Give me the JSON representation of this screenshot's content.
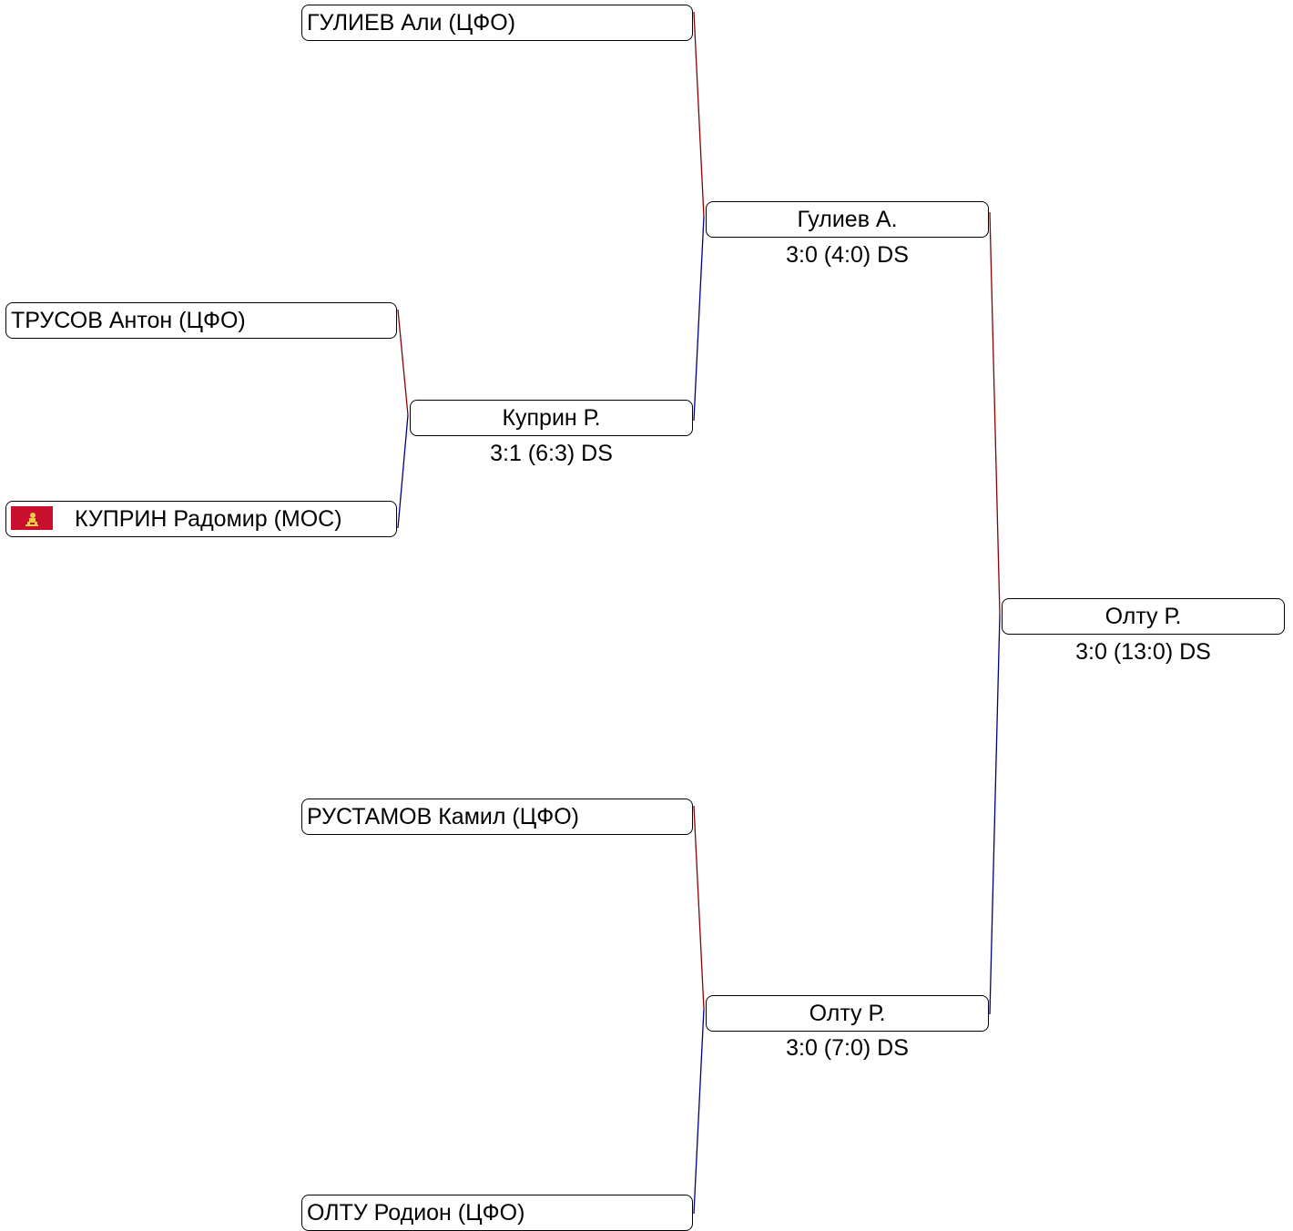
{
  "colors": {
    "line_winner": "#8b0000",
    "line_loser": "#000080",
    "flag_red": "#c8102e",
    "flag_gold": "#f2c94c"
  },
  "round1": {
    "player_1": "ТРУСОВ Антон (ЦФО)",
    "player_2": "КУПРИН Радомир (МОС)",
    "player_2_flag": "moscow-flag-icon",
    "winner": "Куприн Р.",
    "score": "3:1 (6:3) DS"
  },
  "round2": {
    "match_top": {
      "player_1": "ГУЛИЕВ Али (ЦФО)",
      "winner": "Гулиев А.",
      "score": "3:0 (4:0) DS"
    },
    "match_bottom": {
      "player_1": "РУСТАМОВ Камил (ЦФО)",
      "player_2": "ОЛТУ Родион (ЦФО)",
      "winner": "Олту Р.",
      "score": "3:0 (7:0) DS"
    }
  },
  "final": {
    "winner": "Олту Р.",
    "score": "3:0 (13:0) DS"
  }
}
